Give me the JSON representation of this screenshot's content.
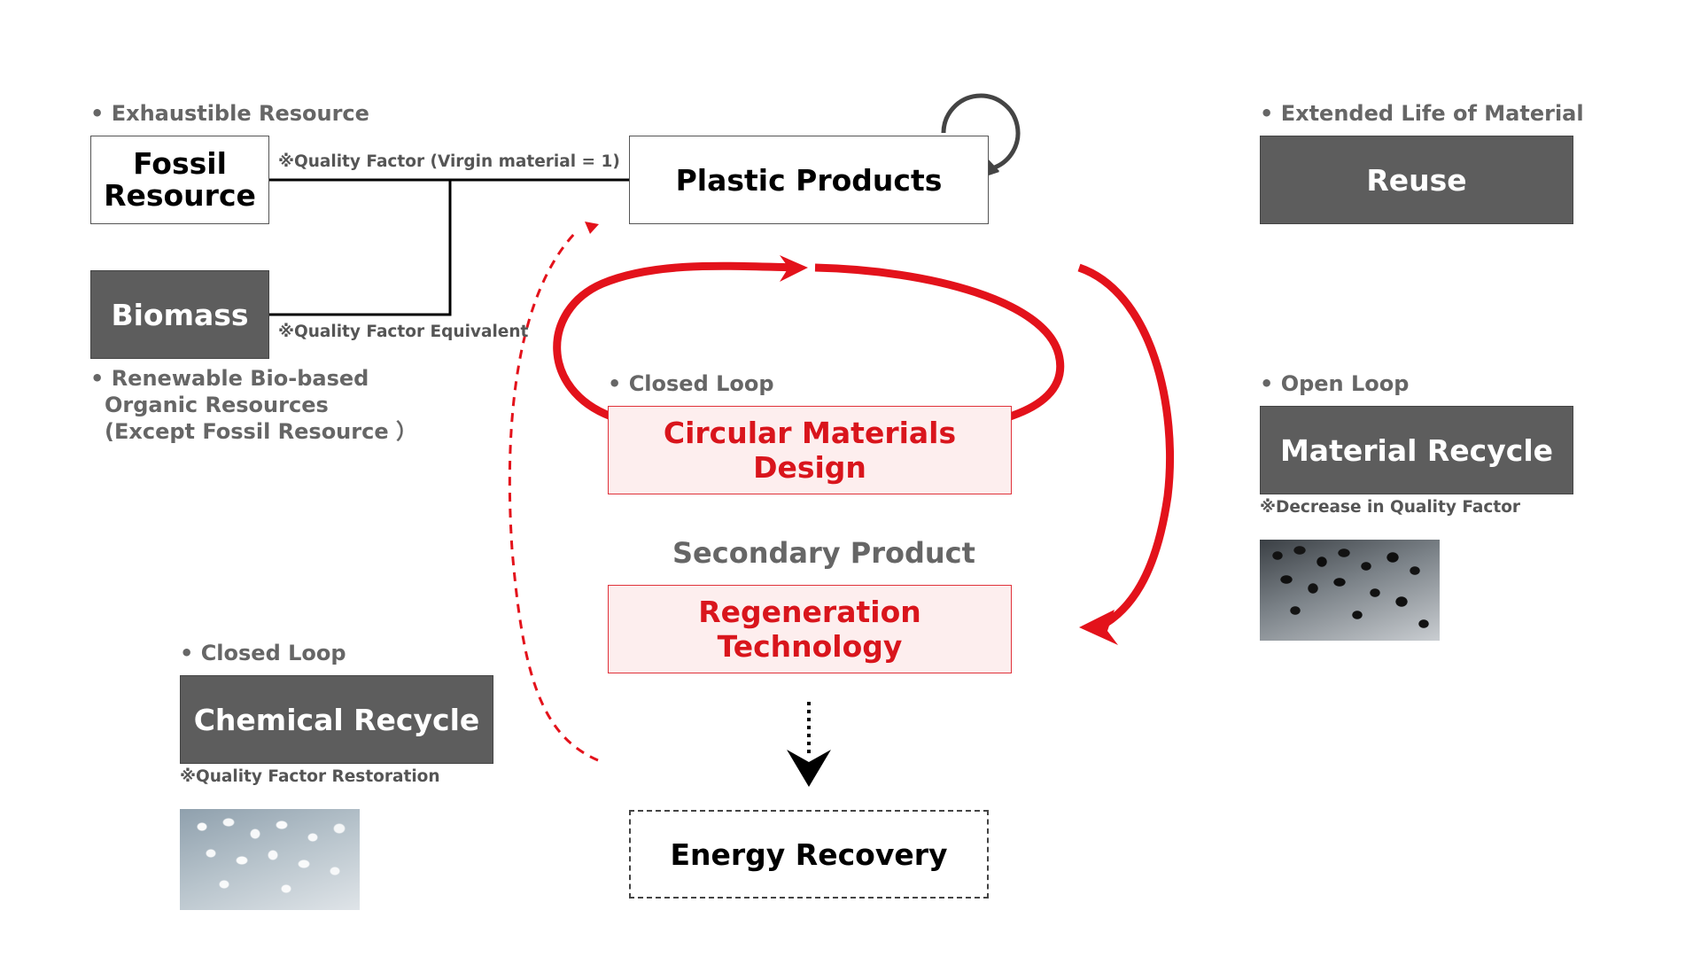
{
  "labels": {
    "exhaustible": "• Exhaustible Resource",
    "renewable_line1": "• Renewable Bio-based",
    "renewable_line2": "Organic Resources",
    "renewable_line3": "(Except Fossil Resource ）",
    "extended_life": "• Extended Life of Material",
    "closed_loop_center": "• Closed Loop",
    "open_loop": "• Open Loop",
    "closed_loop_chem": "• Closed Loop",
    "secondary_product": "Secondary Product"
  },
  "notes": {
    "quality_virgin": "※Quality Factor (Virgin material = 1)",
    "quality_equivalent": "※Quality Factor Equivalent",
    "quality_decrease": "※Decrease in Quality Factor",
    "quality_restoration": "※Quality Factor Restoration"
  },
  "boxes": {
    "fossil_line1": "Fossil",
    "fossil_line2": "Resource",
    "biomass": "Biomass",
    "plastic_products": "Plastic Products",
    "reuse": "Reuse",
    "circular_design": "Circular Materials Design",
    "regeneration": "Regeneration Technology",
    "material_recycle": "Material Recycle",
    "chemical_recycle": "Chemical Recycle",
    "energy_recovery": "Energy Recovery"
  },
  "colors": {
    "accent_red": "#e3121b",
    "dark_box": "#5d5d5d",
    "label_gray": "#666666"
  },
  "images": {
    "black_pellets": "black-plastic-pellets",
    "clear_pellets": "clear-plastic-pellets"
  }
}
